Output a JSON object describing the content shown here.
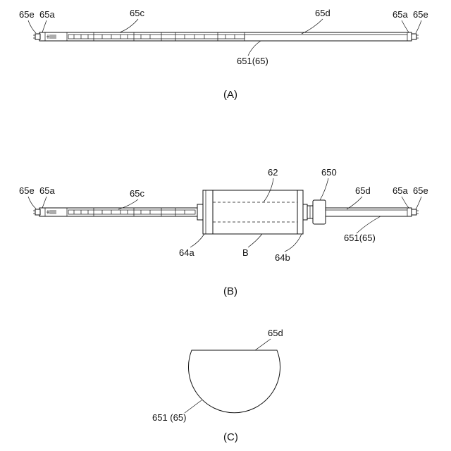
{
  "figure": {
    "panels": {
      "A": {
        "caption": "(A)",
        "labels": {
          "end_e_left": "65e",
          "end_a_left": "65a",
          "section_c": "65c",
          "flat_d": "65d",
          "end_a_right": "65a",
          "end_e_right": "65e",
          "shaft": "651(65)"
        }
      },
      "B": {
        "caption": "(B)",
        "labels": {
          "end_e_left": "65e",
          "end_a_left": "65a",
          "section_c": "65c",
          "roller": "62",
          "gear": "650",
          "flat_d": "65d",
          "end_a_right": "65a",
          "end_e_right": "65e",
          "flange_left": "64a",
          "body": "B",
          "flange_right": "64b",
          "shaft": "651(65)"
        }
      },
      "C": {
        "caption": "(C)",
        "labels": {
          "flat_d": "65d",
          "shaft": "651 (65)"
        }
      }
    }
  }
}
